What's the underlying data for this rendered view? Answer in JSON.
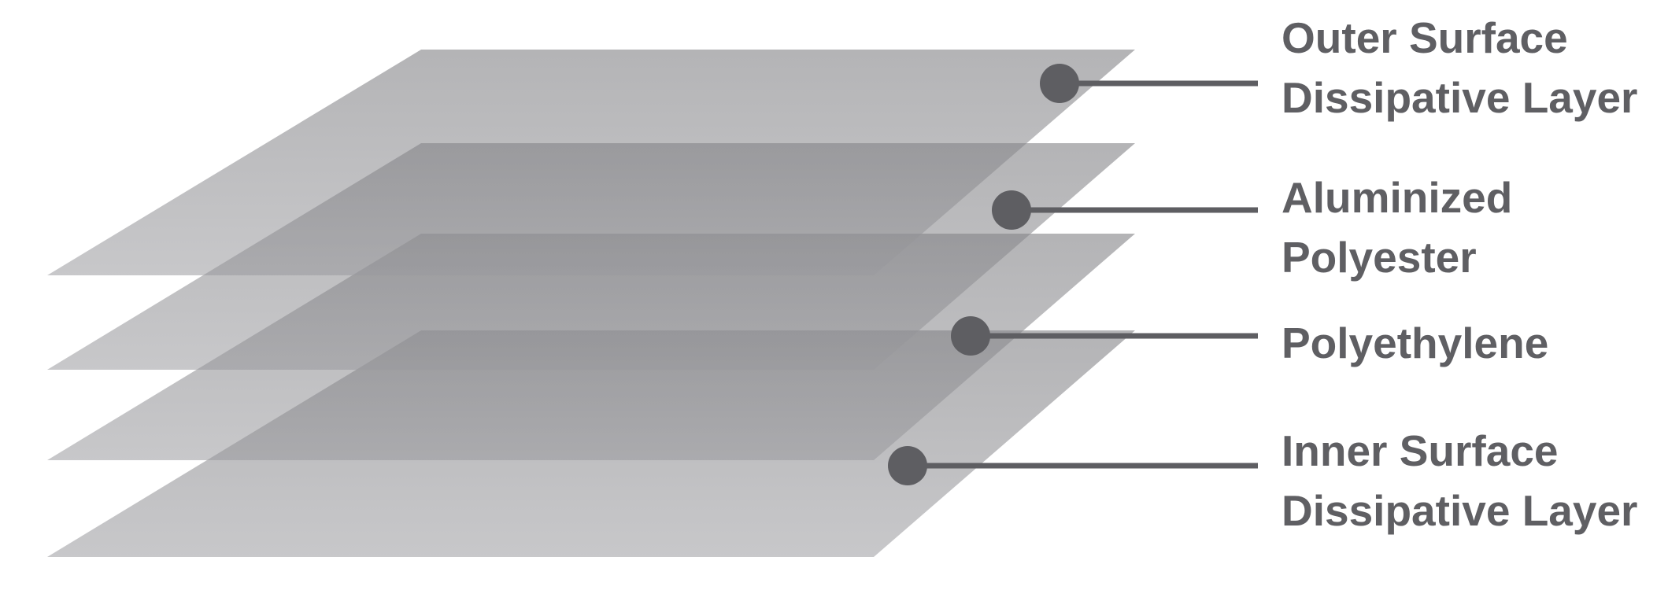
{
  "colors": {
    "sheet": "#76767a",
    "sheet_light": "#9a9a9e",
    "callout": "#5e5e62",
    "text": "#5f5f63",
    "background": "#ffffff"
  },
  "layers": [
    {
      "id": "outer",
      "label_lines": [
        "Outer Surface",
        "Dissipative Layer"
      ]
    },
    {
      "id": "aluminized",
      "label_lines": [
        "Aluminized",
        "Polyester"
      ]
    },
    {
      "id": "polyethylene",
      "label_lines": [
        "Polyethylene"
      ]
    },
    {
      "id": "inner",
      "label_lines": [
        "Inner Surface",
        "Dissipative Layer"
      ]
    }
  ]
}
